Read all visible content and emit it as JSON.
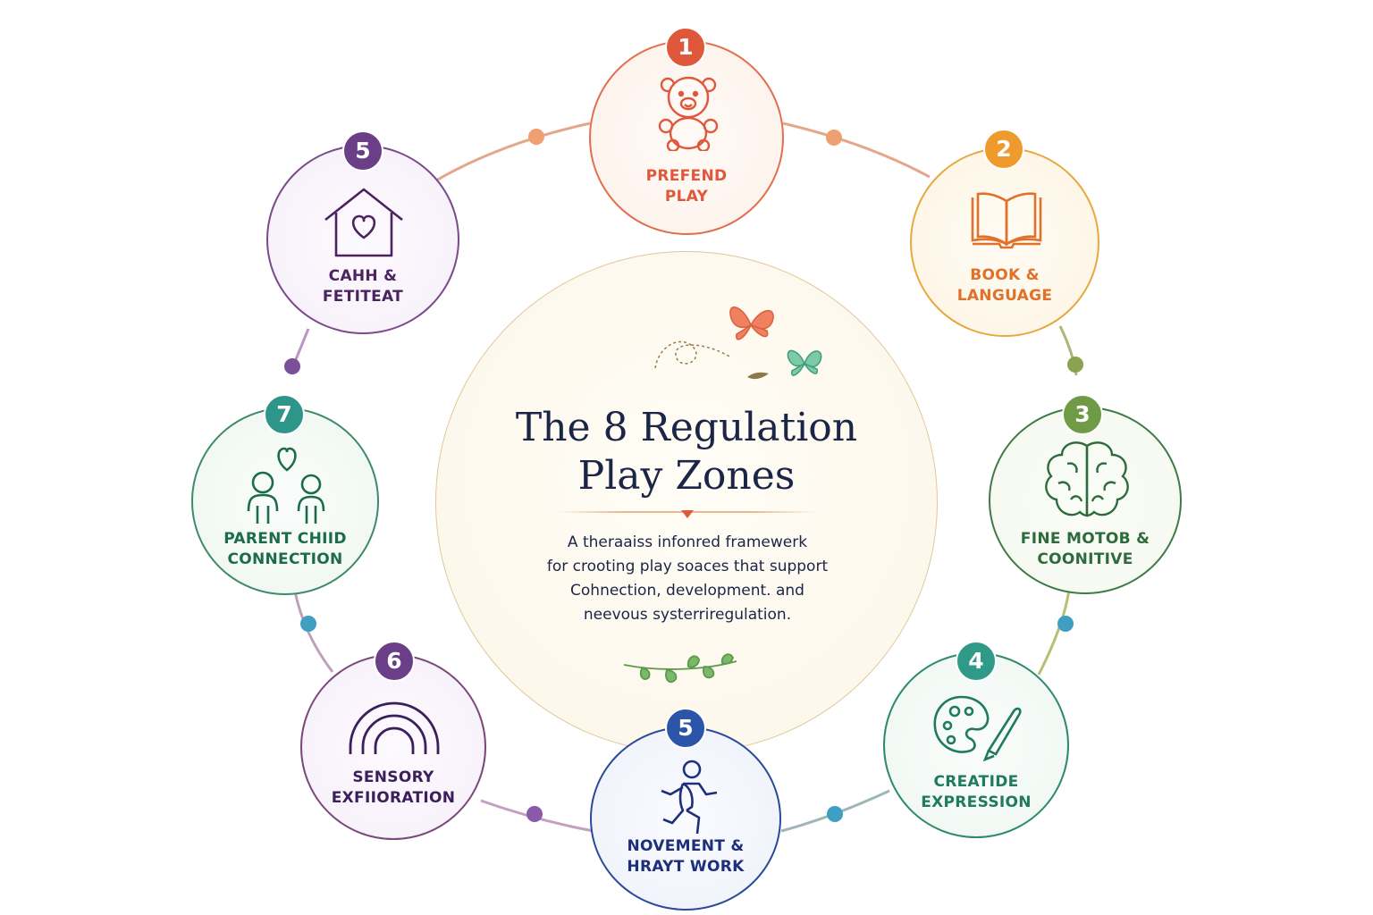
{
  "center": {
    "title_line1": "The 8 Regulation",
    "title_line2": "Play Zones",
    "desc_line1": "A theraaiss infonred framewerk",
    "desc_line2": "for crooting play soaces that support",
    "desc_line3": "Cohnection, development. and",
    "desc_line4": "neevous systerriregulation."
  },
  "zones": [
    {
      "number": "1",
      "line1": "PREFEND",
      "line2": "PLAY",
      "icon": "teddy-bear-icon",
      "color": "#e0583c",
      "badge": "#e0583c"
    },
    {
      "number": "2",
      "line1": "BOOK &",
      "line2": "LANGUAGE",
      "icon": "open-book-icon",
      "color": "#e0702a",
      "badge": "#ef9a2c"
    },
    {
      "number": "3",
      "line1": "FINE MOTOB &",
      "line2": "COONITIVE",
      "icon": "brain-icon",
      "color": "#2e6b3c",
      "badge": "#6f9a46"
    },
    {
      "number": "4",
      "line1": "CREATIDE",
      "line2": "EXPRESSION",
      "icon": "palette-icon",
      "color": "#1f7a5f",
      "badge": "#2f9a88"
    },
    {
      "number": "5",
      "line1": "NOVEMENT &",
      "line2": "HRAYT WORK",
      "icon": "running-child-icon",
      "color": "#1d2f7a",
      "badge": "#2a55a8"
    },
    {
      "number": "6",
      "line1": "SENSORY",
      "line2": "EXFIIORATION",
      "icon": "rainbow-icon",
      "color": "#3b1f5a",
      "badge": "#6b3f87"
    },
    {
      "number": "7",
      "line1": "PARENT CHIID",
      "line2": "CONNECTION",
      "icon": "parent-child-heart-icon",
      "color": "#1d6b4e",
      "badge": "#2e9688"
    },
    {
      "number": "5",
      "line1": "CAHH &",
      "line2": "FETITEAT",
      "icon": "house-heart-icon",
      "color": "#4a235f",
      "badge": "#6b3f87"
    }
  ],
  "connector_colors": [
    "#f0a070",
    "#f0a070",
    "#8aa34f",
    "#3f9fc2",
    "#3f9fc2",
    "#7b4f9a",
    "#3f9fc2",
    "#7b4f9a"
  ]
}
